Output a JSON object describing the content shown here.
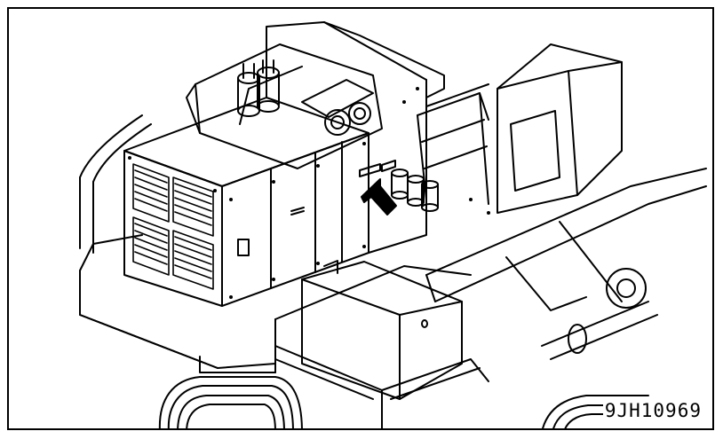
{
  "figure": {
    "code": "9JH10969",
    "subject": "machine-illustration",
    "indicator": "arrow-pointer",
    "line_color": "#000000",
    "background_color": "#ffffff"
  }
}
